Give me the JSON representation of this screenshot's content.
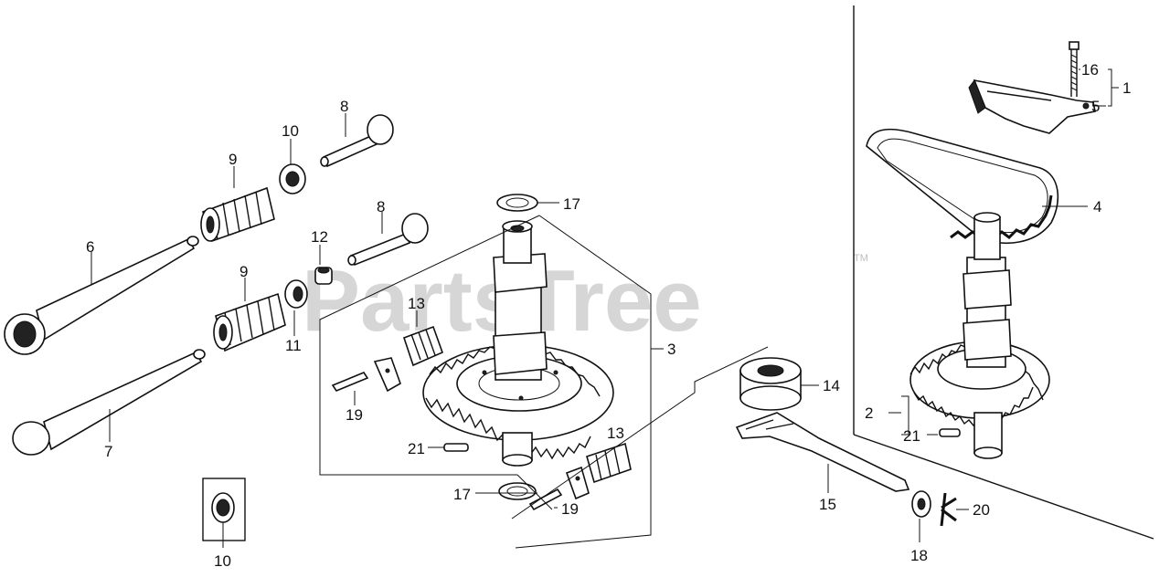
{
  "watermark": {
    "text": "PartsTree",
    "trademark": "TM"
  },
  "callouts": {
    "c1": "1",
    "c2": "2",
    "c3": "3",
    "c4": "4",
    "c5": "5",
    "c6": "6",
    "c7": "7",
    "c8a": "8",
    "c8b": "8",
    "c9a": "9",
    "c9b": "9",
    "c10a": "10",
    "c10b": "10",
    "c11": "11",
    "c12": "12",
    "c13a": "13",
    "c13b": "13",
    "c14": "14",
    "c15": "15",
    "c16": "16",
    "c17a": "17",
    "c17b": "17",
    "c18": "18",
    "c19a": "19",
    "c19b": "19",
    "c20": "20",
    "c21a": "21",
    "c21b": "21"
  }
}
